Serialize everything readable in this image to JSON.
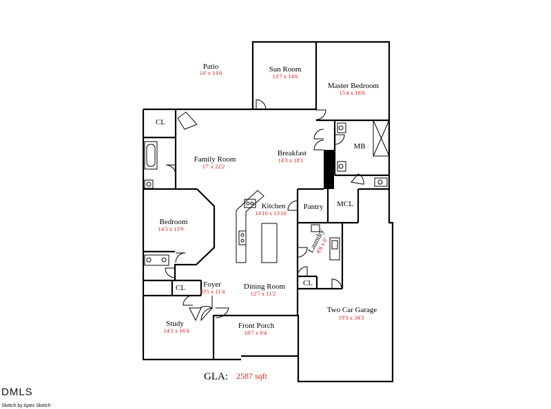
{
  "rooms": {
    "patio": {
      "name": "Patio",
      "dim": "14' x 14'6"
    },
    "sun_room": {
      "name": "Sun Room",
      "dim": "13'7 x 14'6"
    },
    "master_bedroom": {
      "name": "Master Bedroom",
      "dim": "15'4 x 18'8"
    },
    "closet_top": {
      "name": "CL"
    },
    "family_room": {
      "name": "Family Room",
      "dim": "17' x 22'2"
    },
    "breakfast": {
      "name": "Breakfast",
      "dim": "14'3 x 18'1"
    },
    "master_bath": {
      "name": "MB"
    },
    "master_closet": {
      "name": "MCL"
    },
    "pantry": {
      "name": "Pantry"
    },
    "kitchen": {
      "name": "Kitchen",
      "dim": "14'10 x 13'10"
    },
    "bedroom": {
      "name": "Bedroom",
      "dim": "14'3 x 13'9"
    },
    "laundry": {
      "name": "Laundry",
      "dim": "8'8 x 8'"
    },
    "closet_foyer": {
      "name": "CL"
    },
    "foyer": {
      "name": "Foyer",
      "dim": "10'5 x 11'4"
    },
    "dining_room": {
      "name": "Dining Room",
      "dim": "12'7 x 11'2"
    },
    "closet_garage": {
      "name": "CL"
    },
    "two_car_garage": {
      "name": "Two Car Garage",
      "dim": "19'3 x 34'3"
    },
    "study": {
      "name": "Study",
      "dim": "14'3 x 16'4"
    },
    "front_porch": {
      "name": "Front Porch",
      "dim": "18'7 x 6'4"
    }
  },
  "gla": {
    "label": "GLA:",
    "value": "2587 sqft"
  },
  "branding": {
    "logo": "DMLS",
    "credit": "Sketch by Apex Sketch"
  }
}
